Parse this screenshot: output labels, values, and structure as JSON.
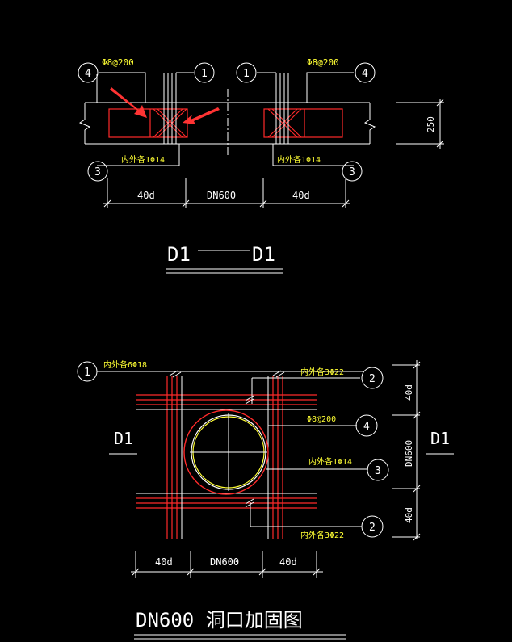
{
  "upper": {
    "rebar_label_left": "Φ8@200",
    "rebar_label_right": "Φ8@200",
    "bubble_left_4": "4",
    "bubble_left_1": "1",
    "bubble_right_1": "1",
    "bubble_right_4": "4",
    "bubble_left_3": "3",
    "bubble_right_3": "3",
    "inner_outer_left": "内外各1Φ14",
    "inner_outer_right": "内外各1Φ14",
    "dim_250": "250",
    "dim_left": "40d",
    "dim_mid": "DN600",
    "dim_right": "40d",
    "section_left": "D1",
    "section_right": "D1"
  },
  "lower": {
    "bubble_1": "1",
    "label_1": "内外各6Φ18",
    "bubble_2_top": "2",
    "label_2_top": "内外各3Φ22",
    "bubble_4": "4",
    "label_4": "Φ8@200",
    "bubble_3": "3",
    "label_3": "内外各1Φ14",
    "bubble_2_bottom": "2",
    "label_2_bottom": "内外各3Φ22",
    "cut_left": "D1",
    "cut_right": "D1",
    "vdim_top": "40d",
    "vdim_mid": "DN600",
    "vdim_bottom": "40d",
    "hdim_left": "40d",
    "hdim_mid": "DN600",
    "hdim_right": "40d",
    "title": "DN600 洞口加固图"
  },
  "colors": {
    "background": "#000000",
    "line": "#ffffff",
    "rebar": "#ff2a2a",
    "text": "#ffff33",
    "arrow": "#ff3333"
  }
}
